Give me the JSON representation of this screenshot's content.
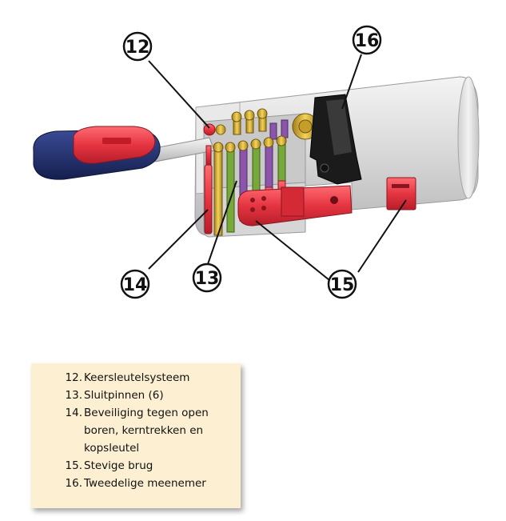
{
  "callouts": {
    "c12": "12",
    "c13": "13",
    "c14": "14",
    "c15": "15",
    "c16": "16"
  },
  "legend": {
    "items": [
      {
        "num": "12.",
        "text": "Keersleutelsysteem"
      },
      {
        "num": "13.",
        "text": "Sluitpinnen (6)"
      },
      {
        "num": "14.",
        "text": "Beveiliging tegen open boren, kerntrekken en kopsleutel"
      },
      {
        "num": "15.",
        "text": "Stevige brug"
      },
      {
        "num": "16.",
        "text": "Tweedelige meenemer"
      }
    ]
  },
  "colors": {
    "key_blue": "#1d2d6b",
    "key_red": "#d8222e",
    "body_silver": "#d9d9d9",
    "pin_red": "#e53541",
    "pin_gold": "#d9b233",
    "pin_green": "#79a83a",
    "pin_purple": "#8b56a9",
    "legend_bg": "#fdf0d2"
  }
}
